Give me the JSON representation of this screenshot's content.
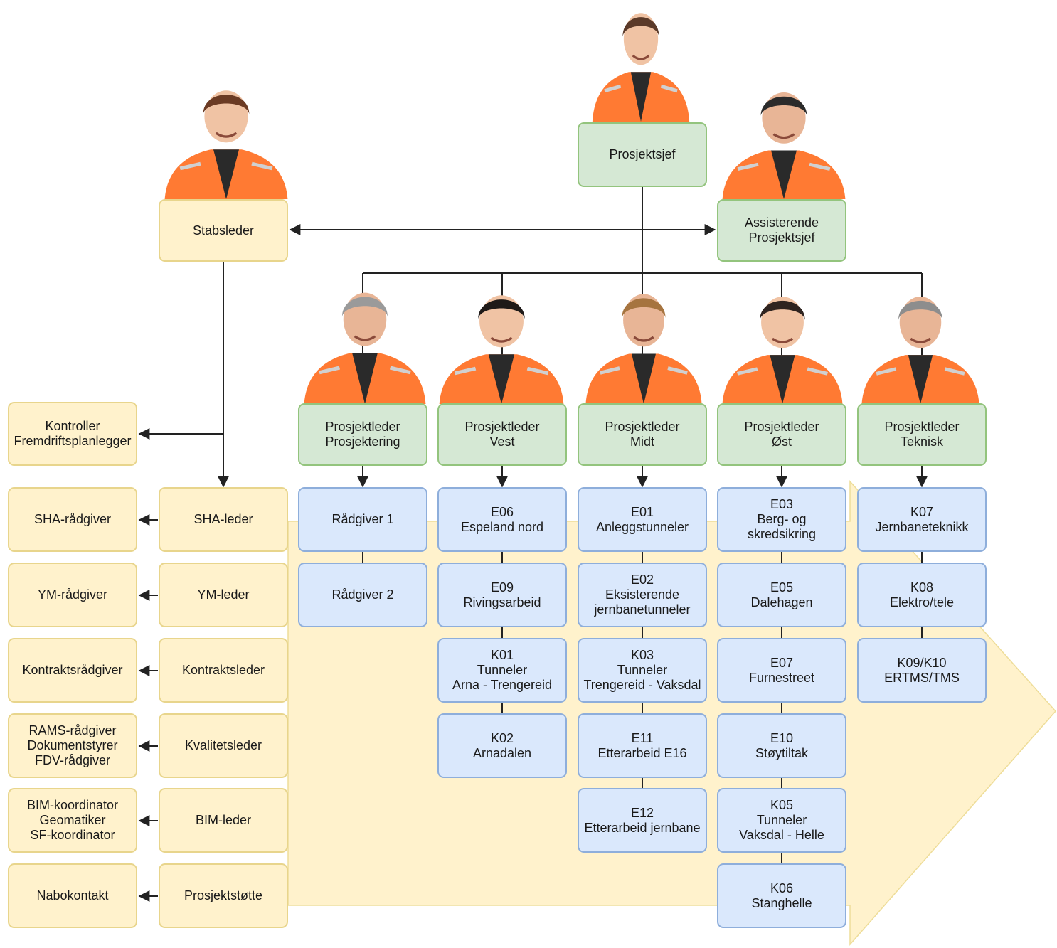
{
  "top": {
    "prosjektsjef": "Prosjektsjef",
    "assisterende": "Assisterende\nProsjektsjef",
    "stabsleder": "Stabsleder"
  },
  "staff": {
    "kontroller": "Kontroller\nFremdriftsplanlegger",
    "leaders": [
      "SHA-leder",
      "YM-leder",
      "Kontraktsleder",
      "Kvalitetsleder",
      "BIM-leder",
      "Prosjektstøtte"
    ],
    "advisors": [
      "SHA-rådgiver",
      "YM-rådgiver",
      "Kontraktsrådgiver",
      "RAMS-rådgiver\nDokumentstyrer\nFDV-rådgiver",
      "BIM-koordinator\nGeomatiker\nSF-koordinator",
      "Nabokontakt"
    ]
  },
  "columns": [
    {
      "leader": "Prosjektleder\nProsjektering",
      "items": [
        "Rådgiver 1",
        "Rådgiver 2"
      ]
    },
    {
      "leader": "Prosjektleder\nVest",
      "items": [
        "E06\nEspeland nord",
        "E09\nRivingsarbeid",
        "K01\nTunneler\nArna - Trengereid",
        "K02\nArnadalen"
      ]
    },
    {
      "leader": "Prosjektleder\nMidt",
      "items": [
        "E01\nAnleggstunneler",
        "E02\nEksisterende\njernbanetunneler",
        "K03\nTunneler\nTrengereid - Vaksdal",
        "E11\nEtterarbeid E16",
        "E12\nEtterarbeid jernbane"
      ]
    },
    {
      "leader": "Prosjektleder\nØst",
      "items": [
        "E03\nBerg- og skredsikring",
        "E05\nDalehagen",
        "E07\nFurnestreet",
        "E10\nStøytiltak",
        "K05\nTunneler\nVaksdal - Helle",
        "K06\nStanghelle"
      ]
    },
    {
      "leader": "Prosjektleder\nTeknisk",
      "items": [
        "K07\nJernbaneteknikk",
        "K08\nElektro/tele",
        "K09/K10\nERTMS/TMS"
      ]
    }
  ],
  "colors": {
    "yellow_fill": "#fff2cc",
    "green_fill": "#d5e8d4",
    "blue_fill": "#dae8fc",
    "arrow_fill": "#fff2cc",
    "jacket": "#ff7a33",
    "line": "#222222"
  }
}
